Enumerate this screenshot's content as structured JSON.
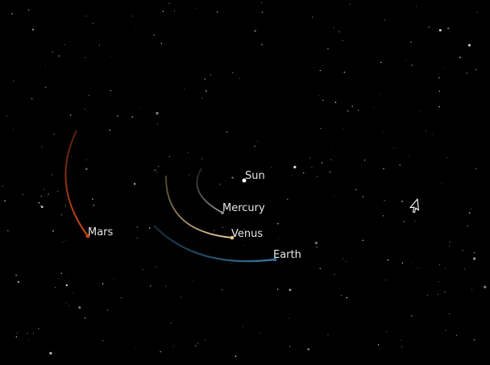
{
  "scene": {
    "background": "#000000",
    "label_color": "#e6e6e6",
    "sun": {
      "name": "Sun",
      "color": "#ffffff"
    },
    "planets": [
      {
        "name": "Mercury",
        "color": "#8c8c8c"
      },
      {
        "name": "Venus",
        "color": "#e8c98a"
      },
      {
        "name": "Earth",
        "color": "#2f6d94"
      },
      {
        "name": "Mars",
        "color": "#c2441a"
      }
    ]
  },
  "cursor": {
    "icon": "arrow-cursor-icon"
  }
}
